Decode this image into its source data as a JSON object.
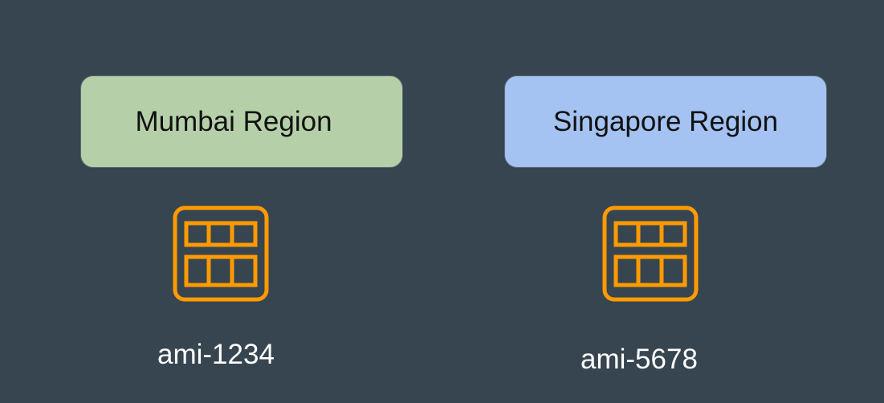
{
  "background_color": "#36454f",
  "regions": [
    {
      "name": "Mumbai Region",
      "box_color": "#b5d0a8",
      "ami_id": "ami-1234",
      "icon": "ami-table-icon",
      "icon_color": "#ff9a00"
    },
    {
      "name": "Singapore Region",
      "box_color": "#a4c2f2",
      "ami_id": "ami-5678",
      "icon": "ami-table-icon",
      "icon_color": "#ff9a00"
    }
  ]
}
